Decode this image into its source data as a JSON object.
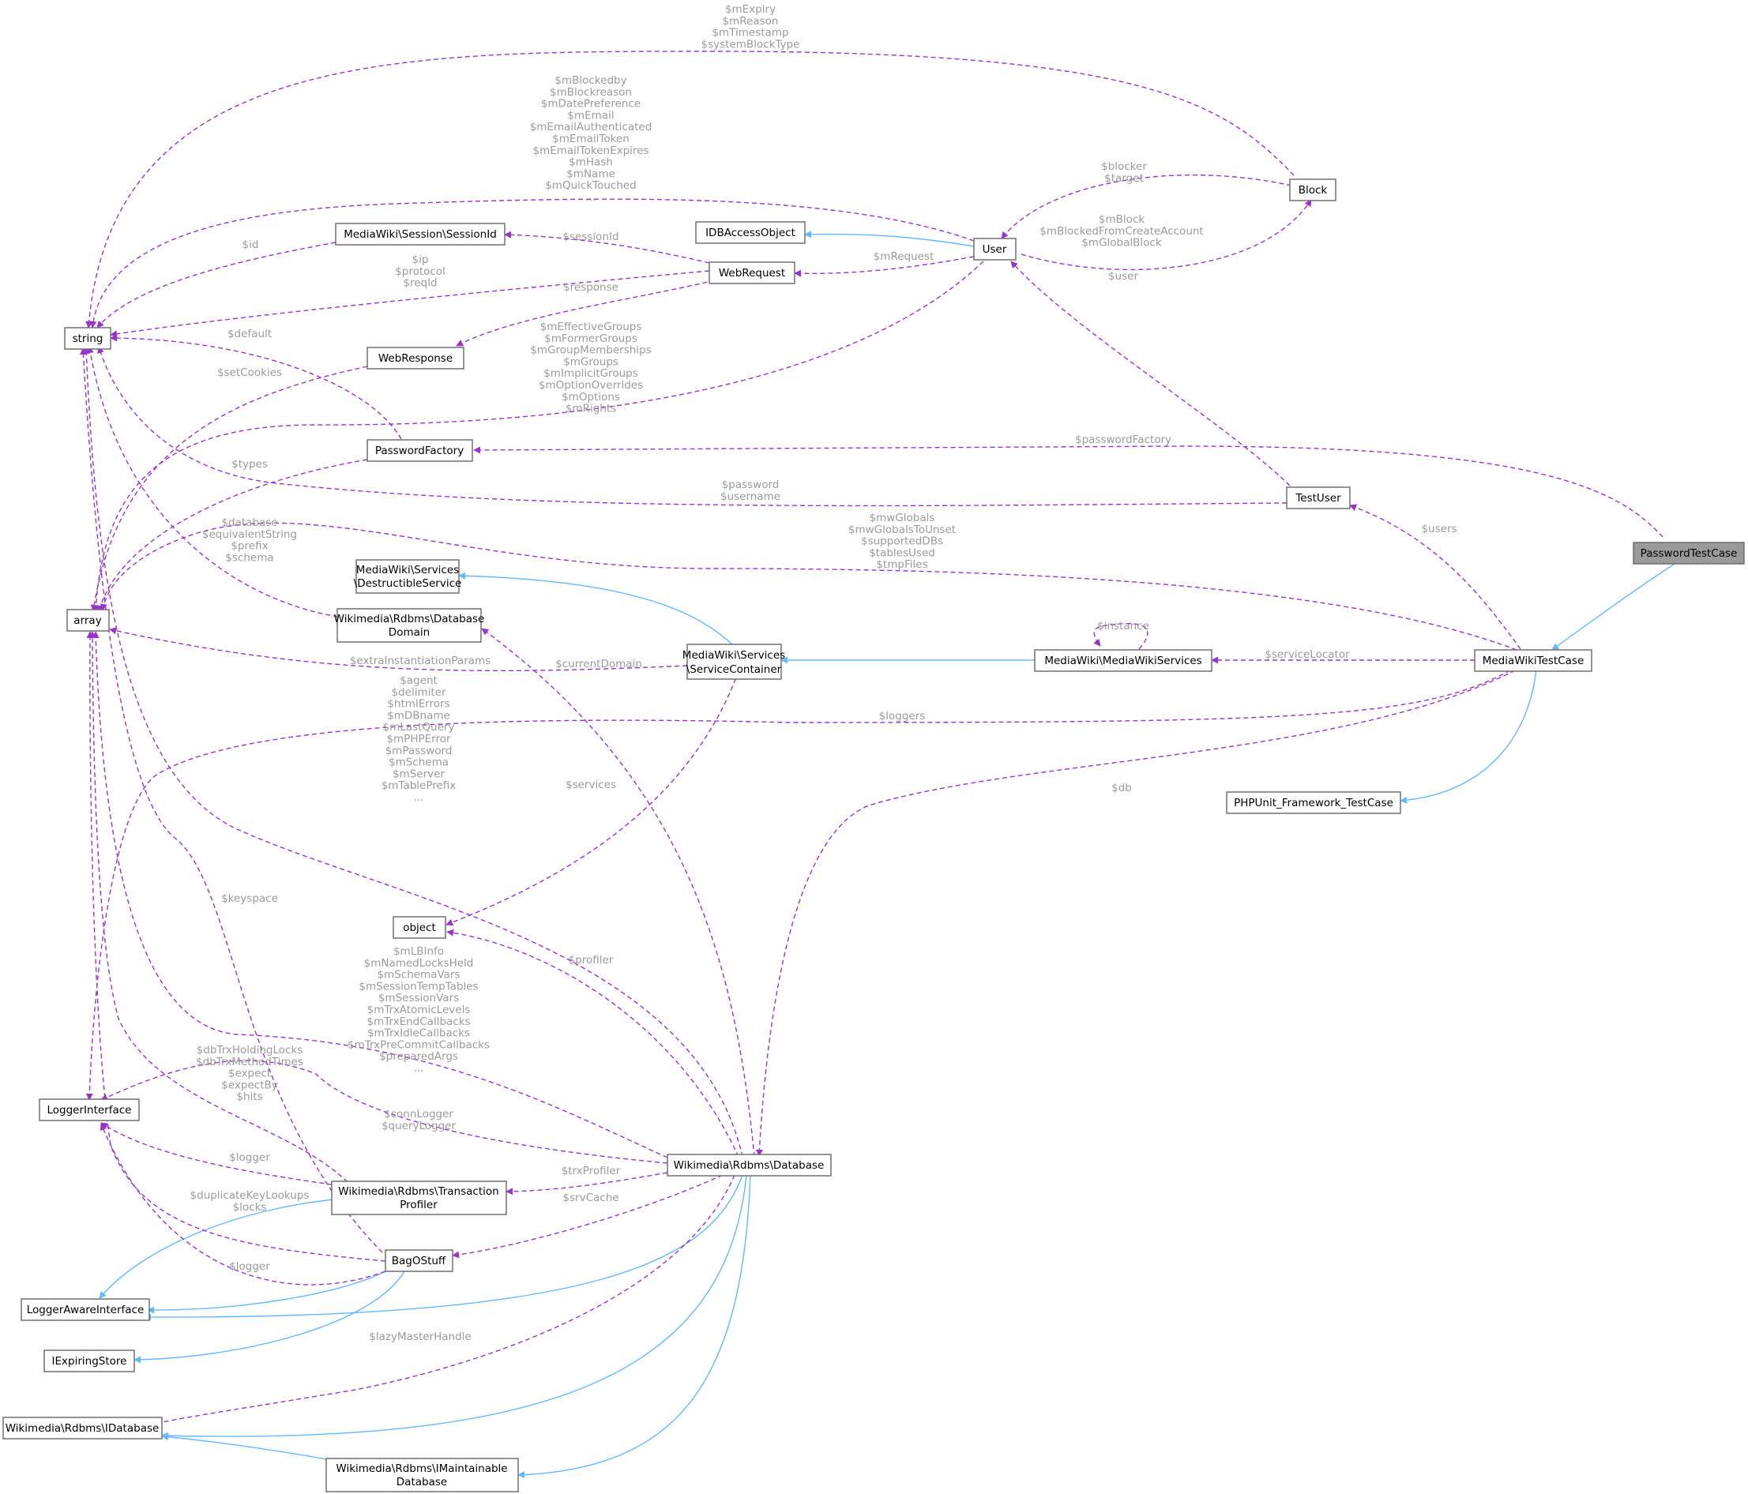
{
  "colors": {
    "usage_edge": "#9a32cd",
    "inherit_edge": "#63b8ff",
    "label_text": "#9a9a9a",
    "node_border": "#666666",
    "highlight_fill": "#9a9a9a"
  },
  "nodes": {
    "PasswordTestCase": [
      "PasswordTestCase"
    ],
    "MediaWikiTestCase": [
      "MediaWikiTestCase"
    ],
    "PHPUnitTestCase": [
      "PHPUnit_Framework_TestCase"
    ],
    "MediaWikiServices": [
      "MediaWiki\\MediaWikiServices"
    ],
    "ServiceContainer": [
      "MediaWiki\\Services",
      "\\ServiceContainer"
    ],
    "DestructibleService": [
      "MediaWiki\\Services",
      "\\DestructibleService"
    ],
    "DatabaseDomain": [
      "Wikimedia\\Rdbms\\Database",
      "Domain"
    ],
    "TestUser": [
      "TestUser"
    ],
    "User": [
      "User"
    ],
    "Block": [
      "Block"
    ],
    "IDBAccessObject": [
      "IDBAccessObject"
    ],
    "WebRequest": [
      "WebRequest"
    ],
    "SessionId": [
      "MediaWiki\\Session\\SessionId"
    ],
    "WebResponse": [
      "WebResponse"
    ],
    "PasswordFactory": [
      "PasswordFactory"
    ],
    "string": [
      "string"
    ],
    "array": [
      "array"
    ],
    "object": [
      "object"
    ],
    "LoggerInterface": [
      "LoggerInterface"
    ],
    "LoggerAwareInterface": [
      "LoggerAwareInterface"
    ],
    "IExpiringStore": [
      "IExpiringStore"
    ],
    "IDatabase": [
      "Wikimedia\\Rdbms\\IDatabase"
    ],
    "IMaintainableDatabase": [
      "Wikimedia\\Rdbms\\IMaintainable",
      "Database"
    ],
    "Database": [
      "Wikimedia\\Rdbms\\Database"
    ],
    "TransactionProfiler": [
      "Wikimedia\\Rdbms\\Transaction",
      "Profiler"
    ],
    "BagOStuff": [
      "BagOStuff"
    ]
  },
  "labels": {
    "block_string": [
      "$mExpiry",
      "$mReason",
      "$mTimestamp",
      "$systemBlockType"
    ],
    "user_string": [
      "$mBlockedby",
      "$mBlockreason",
      "$mDatePreference",
      "$mEmail",
      "$mEmailAuthenticated",
      "$mEmailToken",
      "$mEmailTokenExpires",
      "$mHash",
      "$mName",
      "$mQuickTouched",
      "..."
    ],
    "block_user": [
      "$blocker",
      "$target"
    ],
    "user_block": [
      "$mBlock",
      "$mBlockedFromCreateAccount",
      "$mGlobalBlock"
    ],
    "sessionid_string": [
      "$id"
    ],
    "webrequest_sessionid": [
      "$sessionId"
    ],
    "webrequest_string": [
      "$ip",
      "$protocol",
      "$reqId"
    ],
    "user_webrequest": [
      "$mRequest"
    ],
    "testuser_user": [
      "$user"
    ],
    "webrequest_webresponse": [
      "$response"
    ],
    "passwordfactory_string": [
      "$default"
    ],
    "webresponse_array": [
      "$setCookies"
    ],
    "user_array": [
      "$mEffectiveGroups",
      "$mFormerGroups",
      "$mGroupMemberships",
      "$mGroups",
      "$mImplicitGroups",
      "$mOptionOverrides",
      "$mOptions",
      "$mRights"
    ],
    "mwtc_passwordfactory": [
      "$passwordFactory"
    ],
    "passwordfactory_array": [
      "$types"
    ],
    "testuser_string": [
      "$password",
      "$username"
    ],
    "mwtc_testuser": [
      "$users"
    ],
    "dbdomain_string": [
      "$database",
      "$equivalentString",
      "$prefix",
      "$schema"
    ],
    "mwtc_array": [
      "$mwGlobals",
      "$mwGlobalsToUnset",
      "$supportedDBs",
      "$tablesUsed",
      "$tmpFiles"
    ],
    "mws_mws": [
      "$instance"
    ],
    "mwtc_mws": [
      "$serviceLocator"
    ],
    "sc_array": [
      "$extraInstantiationParams"
    ],
    "database_dbdomain": [
      "$currentDomain"
    ],
    "database_string": [
      "$agent",
      "$delimiter",
      "$htmlErrors",
      "$mDBname",
      "$mLastQuery",
      "$mPHPError",
      "$mPassword",
      "$mSchema",
      "$mServer",
      "$mTablePrefix",
      "..."
    ],
    "mwtc_logger": [
      "$loggers"
    ],
    "mwtc_database": [
      "$db"
    ],
    "sc_object": [
      "$services"
    ],
    "bag_string": [
      "$keyspace"
    ],
    "database_object": [
      "$profiler"
    ],
    "database_array": [
      "$mLBInfo",
      "$mNamedLocksHeld",
      "$mSchemaVars",
      "$mSessionTempTables",
      "$mSessionVars",
      "$mTrxAtomicLevels",
      "$mTrxEndCallbacks",
      "$mTrxIdleCallbacks",
      "$mTrxPreCommitCallbacks",
      "$preparedArgs",
      "..."
    ],
    "tp_array": [
      "$dbTrxHoldingLocks",
      "$dbTrxMethodTimes",
      "$expect",
      "$expectBy",
      "$hits"
    ],
    "database_logger": [
      "$connLogger",
      "$queryLogger"
    ],
    "tp_logger": [
      "$logger"
    ],
    "database_tp": [
      "$trxProfiler"
    ],
    "bag_array": [
      "$duplicateKeyLookups",
      "$locks"
    ],
    "database_bag": [
      "$srvCache"
    ],
    "bag_logger": [
      "$logger"
    ],
    "database_idatabase": [
      "$lazyMasterHandle"
    ]
  }
}
